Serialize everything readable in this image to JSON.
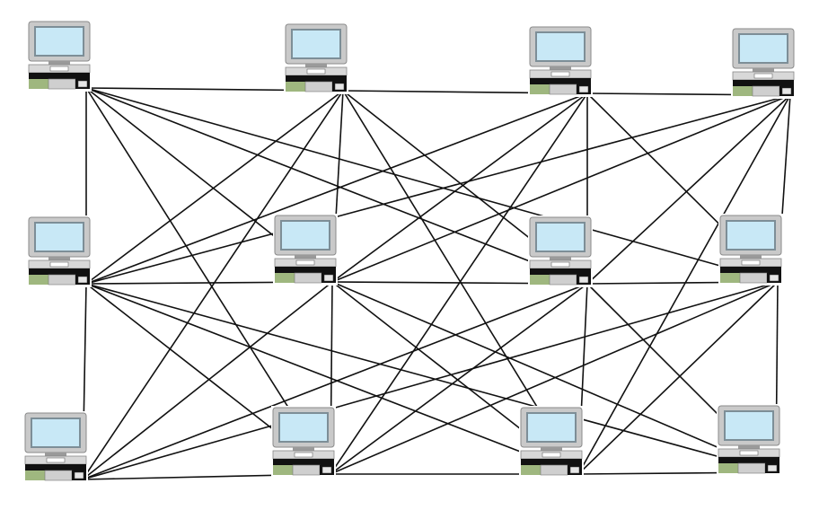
{
  "diagram": {
    "kind": "full-mesh-network",
    "node_icon": "desktop-computer-icon",
    "colors": {
      "background": "#ffffff",
      "link": "#111111",
      "monitor_bezel": "#c9c9c9",
      "screen": "#c8e8f6",
      "screen_border": "#7d8e97",
      "base_top": "#d8d8d8",
      "base_black": "#111111",
      "drive_green": "#9fb77f",
      "drive_gray": "#cfcfcf"
    },
    "rows": 3,
    "cols": 4,
    "nodes": [
      {
        "id": "n1"
      },
      {
        "id": "n2"
      },
      {
        "id": "n3"
      },
      {
        "id": "n4"
      },
      {
        "id": "n5"
      },
      {
        "id": "n6"
      },
      {
        "id": "n7"
      },
      {
        "id": "n8"
      },
      {
        "id": "n9"
      },
      {
        "id": "n10"
      },
      {
        "id": "n11"
      },
      {
        "id": "n12"
      }
    ],
    "links": [
      [
        "n1",
        "n2"
      ],
      [
        "n2",
        "n3"
      ],
      [
        "n3",
        "n4"
      ],
      [
        "n5",
        "n6"
      ],
      [
        "n6",
        "n7"
      ],
      [
        "n7",
        "n8"
      ],
      [
        "n9",
        "n10"
      ],
      [
        "n10",
        "n11"
      ],
      [
        "n11",
        "n12"
      ],
      [
        "n1",
        "n5"
      ],
      [
        "n5",
        "n9"
      ],
      [
        "n2",
        "n6"
      ],
      [
        "n6",
        "n10"
      ],
      [
        "n3",
        "n7"
      ],
      [
        "n7",
        "n11"
      ],
      [
        "n4",
        "n8"
      ],
      [
        "n8",
        "n12"
      ],
      [
        "n1",
        "n6"
      ],
      [
        "n1",
        "n7"
      ],
      [
        "n1",
        "n8"
      ],
      [
        "n1",
        "n10"
      ],
      [
        "n2",
        "n5"
      ],
      [
        "n2",
        "n7"
      ],
      [
        "n2",
        "n9"
      ],
      [
        "n2",
        "n11"
      ],
      [
        "n3",
        "n5"
      ],
      [
        "n3",
        "n6"
      ],
      [
        "n3",
        "n10"
      ],
      [
        "n3",
        "n8"
      ],
      [
        "n4",
        "n5"
      ],
      [
        "n4",
        "n6"
      ],
      [
        "n4",
        "n7"
      ],
      [
        "n4",
        "n11"
      ],
      [
        "n5",
        "n10"
      ],
      [
        "n5",
        "n11"
      ],
      [
        "n5",
        "n12"
      ],
      [
        "n6",
        "n9"
      ],
      [
        "n6",
        "n11"
      ],
      [
        "n6",
        "n12"
      ],
      [
        "n7",
        "n9"
      ],
      [
        "n7",
        "n10"
      ],
      [
        "n7",
        "n12"
      ],
      [
        "n8",
        "n9"
      ],
      [
        "n8",
        "n10"
      ],
      [
        "n8",
        "n11"
      ]
    ]
  }
}
